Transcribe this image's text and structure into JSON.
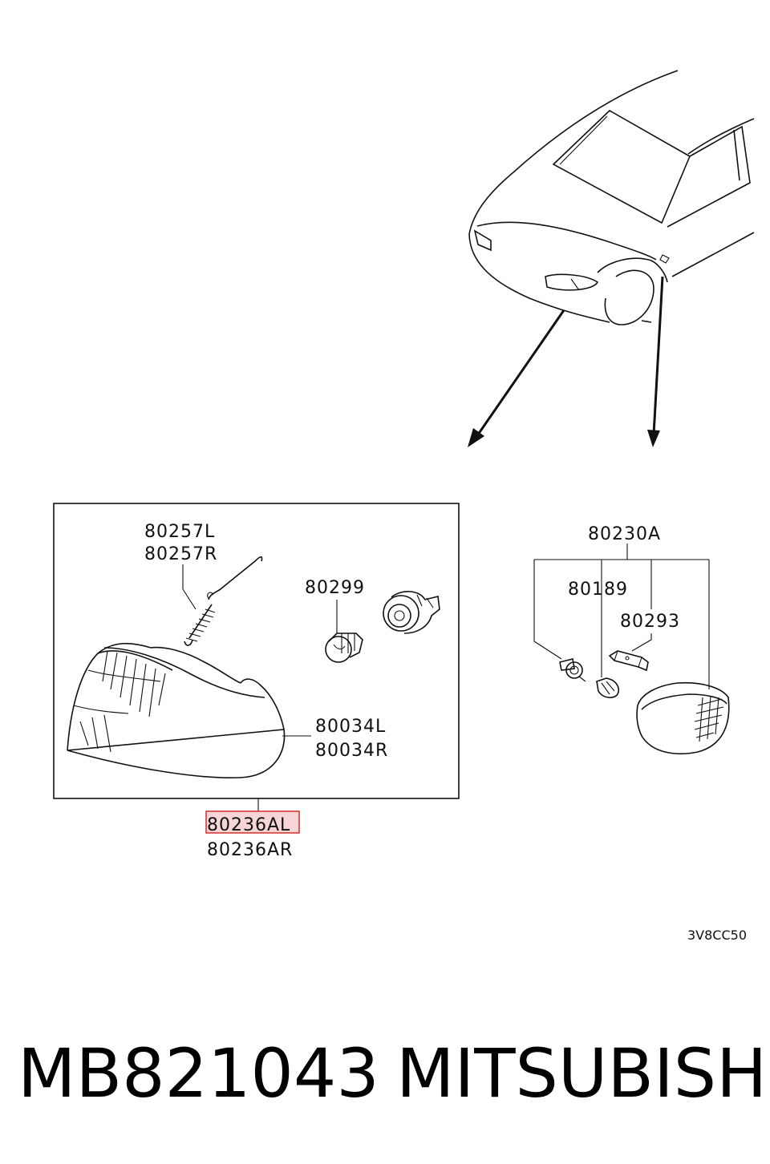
{
  "callouts": {
    "spring_l": "80257L",
    "spring_r": "80257R",
    "bulb_main": "80299",
    "lens_l": "80034L",
    "lens_r": "80034R",
    "assembly_l": "80236AL",
    "assembly_r": "80236AR",
    "side_assembly": "80230A",
    "side_bulb": "80189",
    "side_bracket": "80293"
  },
  "figure_code": "3V8CC50",
  "footer": {
    "part_number": "MB821043",
    "brand": "MITSUBISHI"
  },
  "colors": {
    "line": "#111111",
    "highlight_stroke": "#d33a3a",
    "highlight_fill": "#f5d5d5"
  }
}
